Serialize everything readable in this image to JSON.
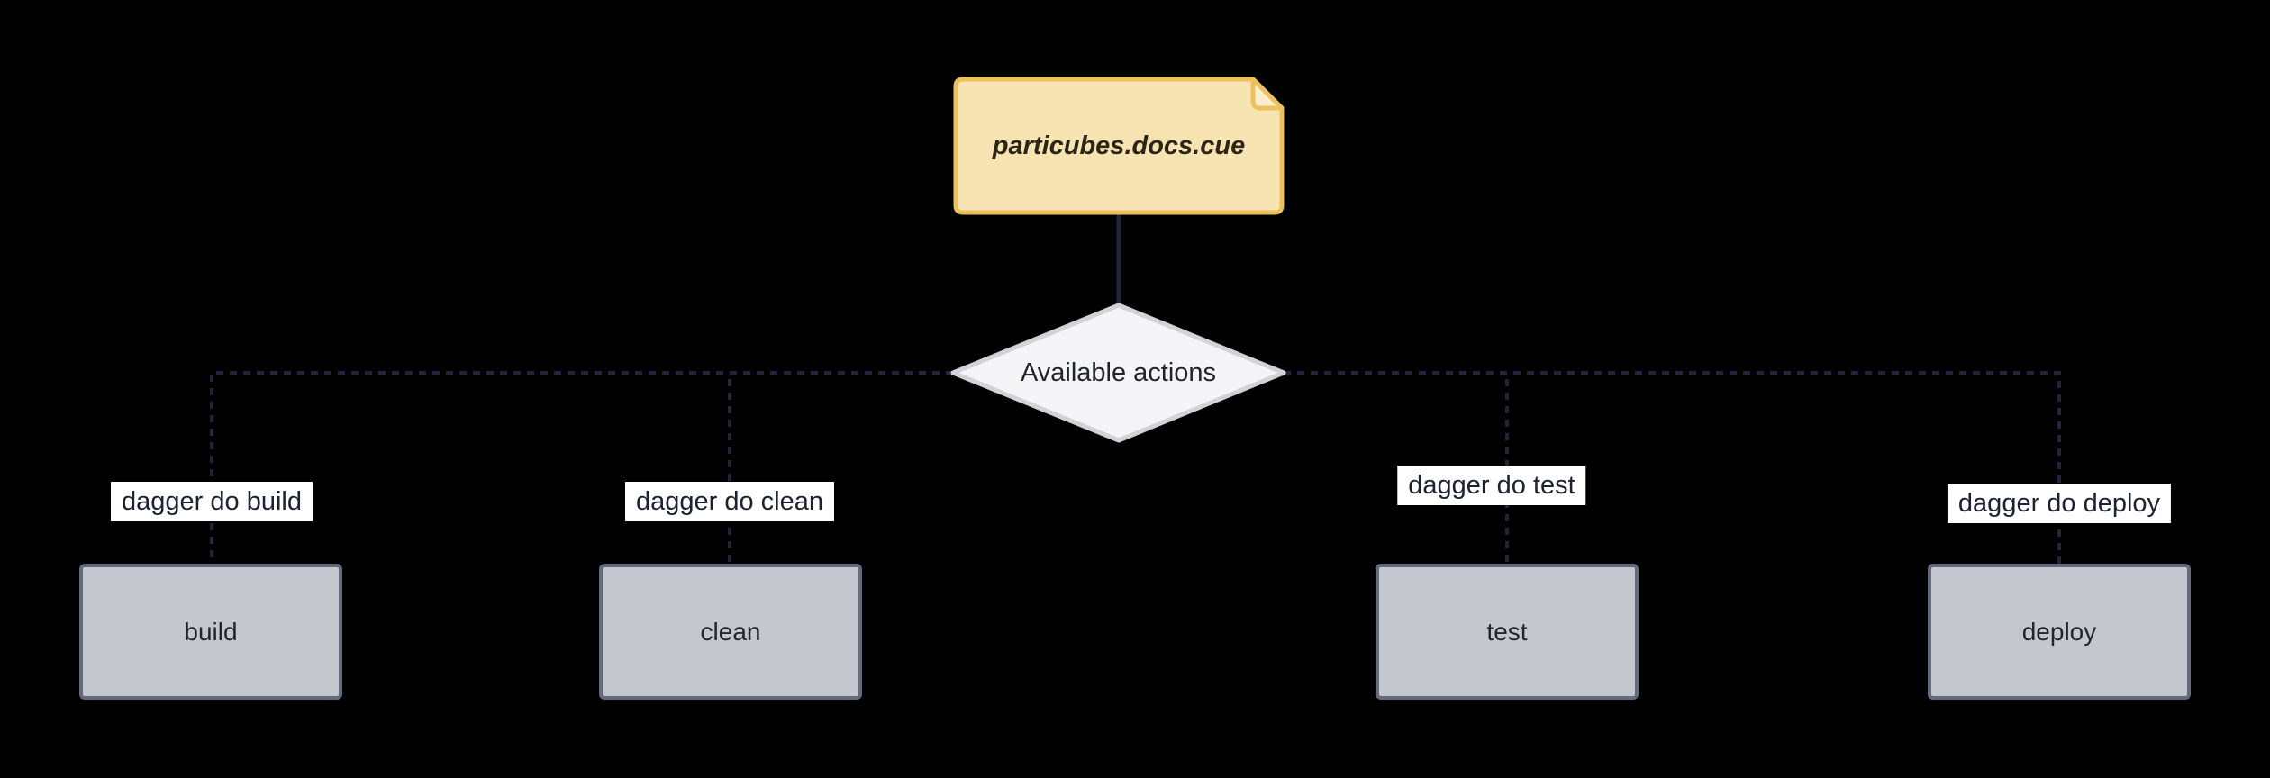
{
  "note": {
    "label": "particubes.docs.cue"
  },
  "decision": {
    "label": "Available actions"
  },
  "actions": [
    {
      "label": "build",
      "edge_label": "dagger do build"
    },
    {
      "label": "clean",
      "edge_label": "dagger do clean"
    },
    {
      "label": "test",
      "edge_label": "dagger do test"
    },
    {
      "label": "deploy",
      "edge_label": "dagger do deploy"
    }
  ],
  "colors": {
    "background": "#000000",
    "line": "#20263a",
    "note_fill": "#f8e3b2",
    "note_border": "#edc25d",
    "note_fold_fill": "#fbeecf",
    "note_text": "#2b2517",
    "decision_fill": "#f5f5f7",
    "decision_border": "#d2d3d9",
    "decision_text": "#20242e",
    "action_fill": "#c5c7ce",
    "action_border": "#646b7c",
    "action_text": "#22252e",
    "edge_label_bg": "#ffffff",
    "edge_label_text": "#1c2232"
  }
}
